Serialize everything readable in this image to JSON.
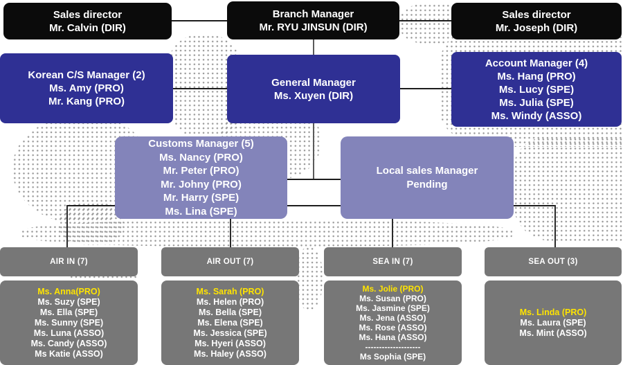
{
  "colors": {
    "executive_box": "#0b0b0b",
    "manager_box": "#2f3094",
    "mid_manager_box": "#8384ba",
    "team_box": "#777777",
    "text": "#ffffff",
    "team_lead_highlight": "#ffe400",
    "map_dots": "#999999",
    "connector": "#1c1c1c"
  },
  "executives": [
    {
      "title": "Sales director",
      "name": "Mr. Calvin (DIR)"
    },
    {
      "title": "Branch Manager",
      "name": "Mr. RYU JINSUN (DIR)"
    },
    {
      "title": "Sales director",
      "name": "Mr. Joseph (DIR)"
    }
  ],
  "managers": [
    {
      "lines": [
        "Korean C/S Manager (2)",
        "Ms. Amy (PRO)",
        "Mr. Kang (PRO)"
      ]
    },
    {
      "lines": [
        "General Manager",
        "Ms. Xuyen (DIR)"
      ]
    },
    {
      "lines": [
        "Account Manager (4)",
        "Ms. Hang (PRO)",
        "Ms. Lucy (SPE)",
        "Ms. Julia (SPE)",
        "Ms. Windy (ASSO)"
      ]
    }
  ],
  "mid_managers": [
    {
      "lines": [
        "Customs Manager (5)",
        "Ms. Nancy (PRO)",
        "Mr. Peter (PRO)",
        "Mr. Johny (PRO)",
        "Mr. Harry (SPE)",
        "Ms. Lina (SPE)"
      ]
    },
    {
      "lines": [
        "Local sales Manager",
        "Pending"
      ]
    }
  ],
  "teams": [
    {
      "header": "AIR IN (7)",
      "members": [
        "Ms. Anna(PRO)",
        "Ms. Suzy (SPE)",
        "Ms. Ella (SPE)",
        "Ms. Sunny (SPE)",
        "Ms. Luna (ASSO)",
        "Ms. Candy (ASSO)",
        "Ms Katie (ASSO)"
      ]
    },
    {
      "header": "AIR OUT (7)",
      "members": [
        "Ms. Sarah (PRO)",
        "Ms. Helen (PRO)",
        "Ms. Bella (SPE)",
        "Ms. Elena (SPE)",
        "Ms. Jessica (SPE)",
        "Ms. Hyeri (ASSO)",
        "Ms. Haley (ASSO)"
      ]
    },
    {
      "header": "SEA IN (7)",
      "members": [
        "Ms. Jolie (PRO)",
        "Ms. Susan (PRO)",
        "Ms. Jasmine (SPE)",
        "Ms. Jena (ASSO)",
        "Ms. Rose (ASSO)",
        "Ms. Hana (ASSO)",
        "--------------------",
        "Ms Sophia (SPE)"
      ]
    },
    {
      "header": "SEA OUT (3)",
      "members": [
        "Ms. Linda (PRO)",
        "Ms. Laura (SPE)",
        "Ms. Mint (ASSO)"
      ]
    }
  ]
}
